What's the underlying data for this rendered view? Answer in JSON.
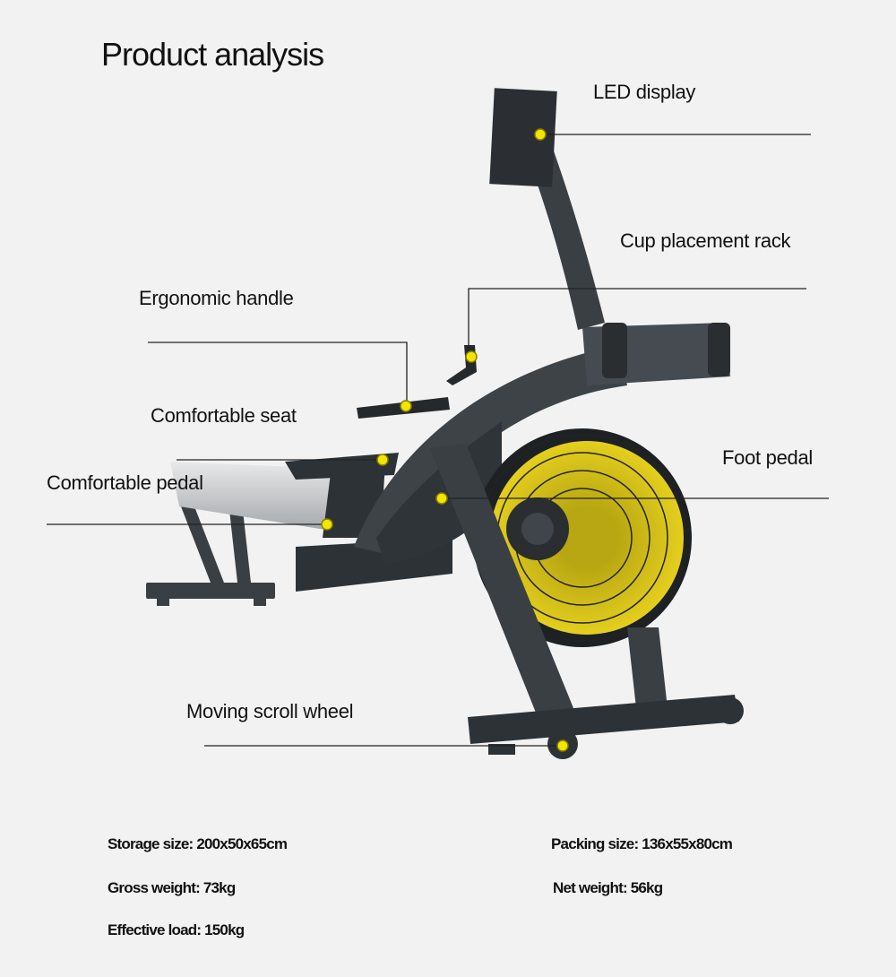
{
  "title": "Product analysis",
  "callouts": {
    "led_display": "LED display",
    "cup_rack": "Cup placement rack",
    "ergonomic_handle": "Ergonomic handle",
    "comfortable_seat": "Comfortable seat",
    "comfortable_pedal": "Comfortable pedal",
    "foot_pedal": "Foot pedal",
    "scroll_wheel": "Moving scroll wheel"
  },
  "specs": {
    "storage_size": "Storage size: 200x50x65cm",
    "packing_size": "Packing size: 136x55x80cm",
    "gross_weight": "Gross weight: 73kg",
    "net_weight": "Net weight: 56kg",
    "effective_load": "Effective load: 150kg"
  },
  "colors": {
    "frame": "#3a3f44",
    "fan": "#d8c21a",
    "marker": "#f2e600",
    "rail": "#c9cbcc"
  }
}
